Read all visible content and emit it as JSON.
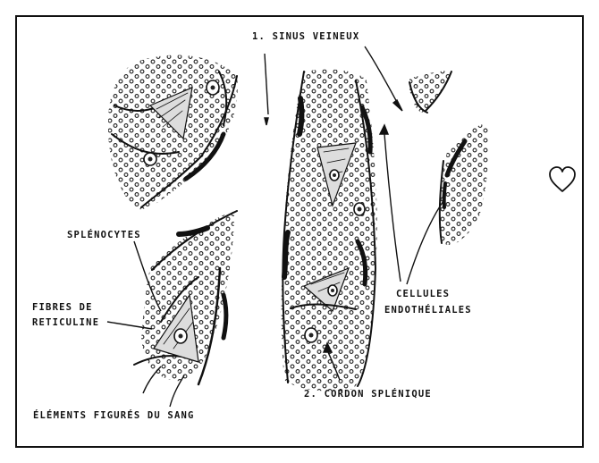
{
  "labels": {
    "sinus": "1. SINUS VEINEUX",
    "splenocytes": "SPLÉNOCYTES",
    "fibres_line1": "FIBRES DE",
    "fibres_line2": "RETICULINE",
    "cellules_line1": "CELLULES",
    "cellules_line2": "ENDOTHÉLIALES",
    "cordon": "2. CORDON SPLÉNIQUE",
    "elements": "ÉLÉMENTS FIGURÉS DU SANG"
  },
  "icons": {
    "heart": "heart-outline-icon"
  },
  "colors": {
    "ink": "#111111",
    "background": "#ffffff"
  }
}
